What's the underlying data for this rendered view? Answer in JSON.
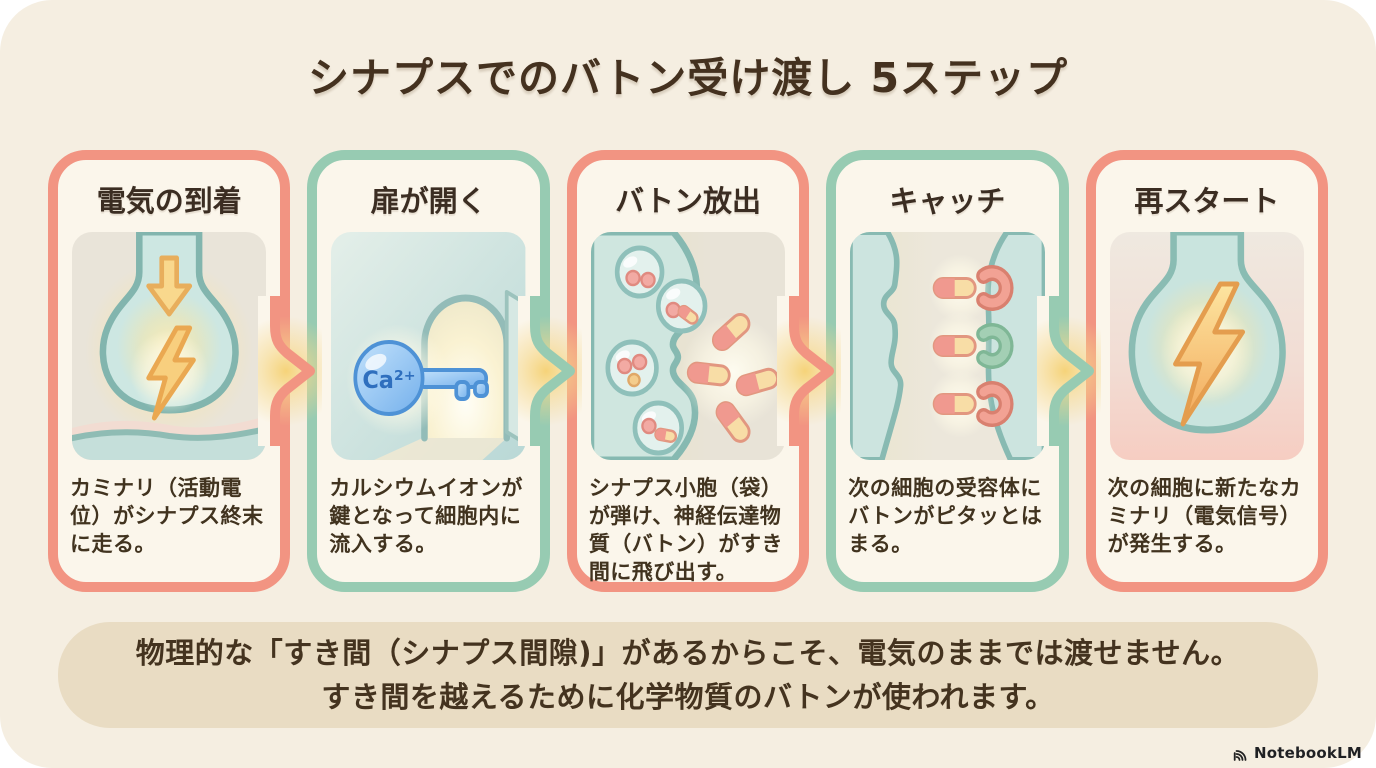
{
  "page": {
    "title": "シナプスでのバトン受け渡し 5ステップ"
  },
  "steps": [
    {
      "title": "電気の到着",
      "description": "カミナリ（活動電位）がシナプス終末に走る。",
      "border_color": "#f29482",
      "illustration": "synapse-terminal-with-lightning"
    },
    {
      "title": "扉が開く",
      "description": "カルシウムイオンが鍵となって細胞内に流入する。",
      "border_color": "#97cbb2",
      "illustration": "calcium-ion-key-and-open-door",
      "key_label": "Ca²⁺"
    },
    {
      "title": "バトン放出",
      "description": "シナプス小胞（袋）が弾け、神経伝達物質（バトン）がすき間に飛び出す。",
      "border_color": "#f29482",
      "illustration": "vesicles-releasing-capsules"
    },
    {
      "title": "キャッチ",
      "description": "次の細胞の受容体にバトンがピタッとはまる。",
      "border_color": "#97cbb2",
      "illustration": "receptors-catching-capsules"
    },
    {
      "title": "再スタート",
      "description": "次の細胞に新たなカミナリ（電気信号）が発生する。",
      "border_color": "#f29482",
      "illustration": "new-electric-spark"
    }
  ],
  "note": {
    "line1": "物理的な「すき間（シナプス間隙)」があるからこそ、電気のままでは渡せません。",
    "line2": "すき間を越えるために化学物質のバトンが使われます。"
  },
  "footer": {
    "brand": "NotebookLM"
  },
  "colors": {
    "panel_bg": "#f5eee1",
    "card_bg": "#fbf6eb",
    "accent_salmon": "#f29482",
    "accent_green": "#97cbb2",
    "note_bg": "#e9dcc3",
    "text_dark_brown": "#3b2d22",
    "arrow_glow": "#f5d173"
  }
}
